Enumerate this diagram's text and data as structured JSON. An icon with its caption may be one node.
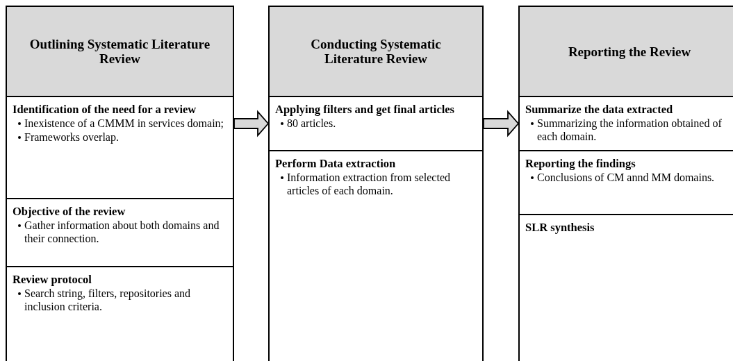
{
  "diagram": {
    "nodes": [
      {
        "text": [
          "Outlining Systematic Literature Review"
        ]
      },
      {
        "text": [
          "Identification of the need for a review",
          "Inexistence of a CMMM in services domain;",
          "Frameworks overlap."
        ],
        "in": 0
      },
      {
        "text": [
          "Objective of the review",
          "Gather information about both domains and their connection."
        ],
        "in": 0
      },
      {
        "text": [
          "Review protocol",
          "Search string, filters, repositories and inclusion criteria."
        ],
        "in": 0
      },
      {
        "text": [
          "Conducting Systematic Literature Review"
        ]
      },
      {
        "text": [
          "Applying filters and get final articles",
          "80 articles."
        ],
        "in": 4
      },
      {
        "text": [
          "Perform Data extraction",
          "Information extraction from selected articles of each domain."
        ],
        "in": 4
      },
      {
        "text": [
          "Reporting the Review"
        ]
      },
      {
        "text": [
          "Summarize the data extracted",
          "Summarizing the information obtained of each domain."
        ],
        "in": 7
      },
      {
        "text": [
          "Reporting the findings",
          "Conclusions of CM annd MM domains."
        ],
        "in": 7
      },
      {
        "text": [
          "SLR synthesis"
        ],
        "in": 7
      }
    ],
    "edges": [
      {
        "from": 0,
        "to": 4,
        "arrow": "to"
      },
      {
        "from": 4,
        "to": 7,
        "arrow": "to"
      }
    ]
  }
}
